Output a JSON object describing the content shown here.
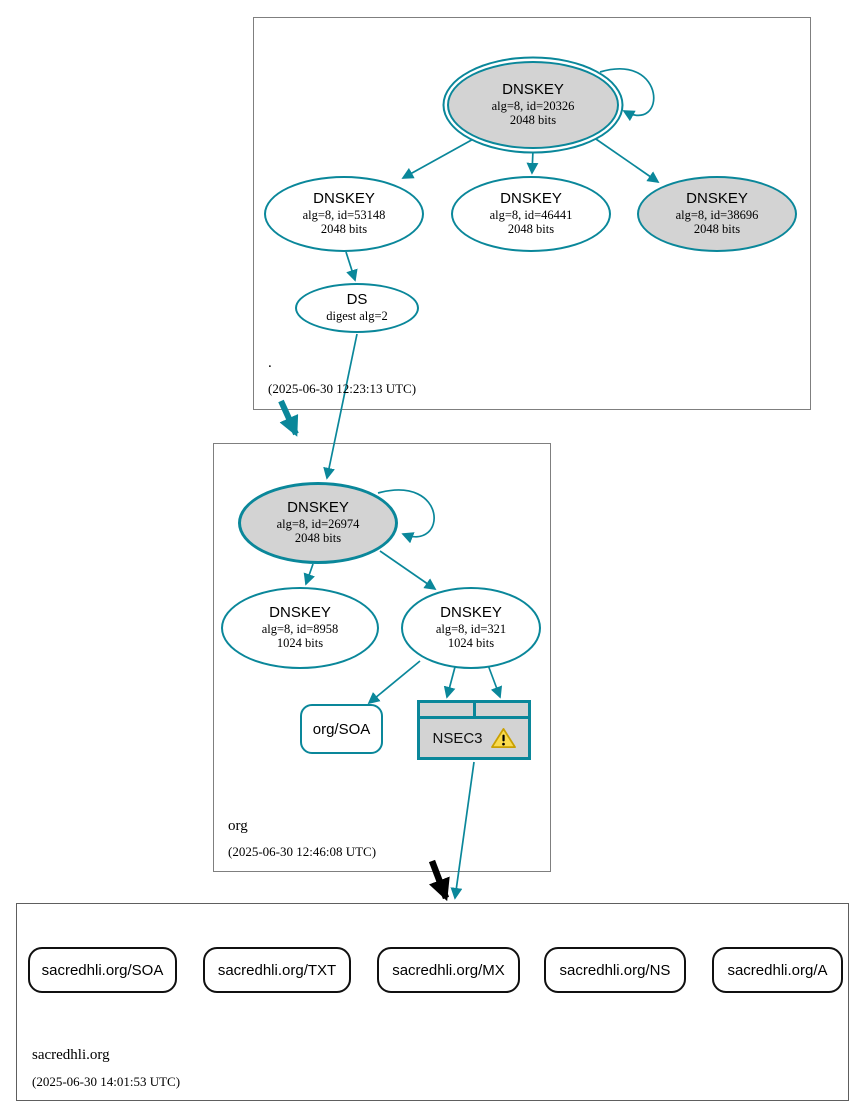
{
  "colors": {
    "edge_teal": "#0a879a",
    "node_fill_gray": "#d3d3d3",
    "zone_border_gray": "#7f7f7f",
    "leaf_border_gray": "#5e5e5e",
    "rrset_border_black": "#101010",
    "warning_fill": "#fadb4e",
    "warning_stroke": "#c9a002"
  },
  "zones": {
    "root": {
      "name": ".",
      "timestamp": "(2025-06-30 12:23:13 UTC)",
      "nodes": {
        "ksk": {
          "title": "DNSKEY",
          "line1": "alg=8, id=20326",
          "line2": "2048 bits"
        },
        "key53148": {
          "title": "DNSKEY",
          "line1": "alg=8, id=53148",
          "line2": "2048 bits"
        },
        "key46441": {
          "title": "DNSKEY",
          "line1": "alg=8, id=46441",
          "line2": "2048 bits"
        },
        "key38696": {
          "title": "DNSKEY",
          "line1": "alg=8, id=38696",
          "line2": "2048 bits"
        },
        "ds": {
          "title": "DS",
          "line1": "digest alg=2"
        }
      }
    },
    "org": {
      "name": "org",
      "timestamp": "(2025-06-30 12:46:08 UTC)",
      "nodes": {
        "ksk": {
          "title": "DNSKEY",
          "line1": "alg=8, id=26974",
          "line2": "2048 bits"
        },
        "key8958": {
          "title": "DNSKEY",
          "line1": "alg=8, id=8958",
          "line2": "1024 bits"
        },
        "key321": {
          "title": "DNSKEY",
          "line1": "alg=8, id=321",
          "line2": "1024 bits"
        },
        "soa": {
          "label": "org/SOA"
        },
        "nsec3": {
          "label": "NSEC3",
          "icon": "warning-triangle-icon"
        }
      }
    },
    "sacredhli": {
      "name": "sacredhli.org",
      "timestamp": "(2025-06-30 14:01:53 UTC)",
      "rrsets": [
        {
          "label": "sacredhli.org/SOA"
        },
        {
          "label": "sacredhli.org/TXT"
        },
        {
          "label": "sacredhli.org/MX"
        },
        {
          "label": "sacredhli.org/NS"
        },
        {
          "label": "sacredhli.org/A"
        }
      ]
    }
  }
}
